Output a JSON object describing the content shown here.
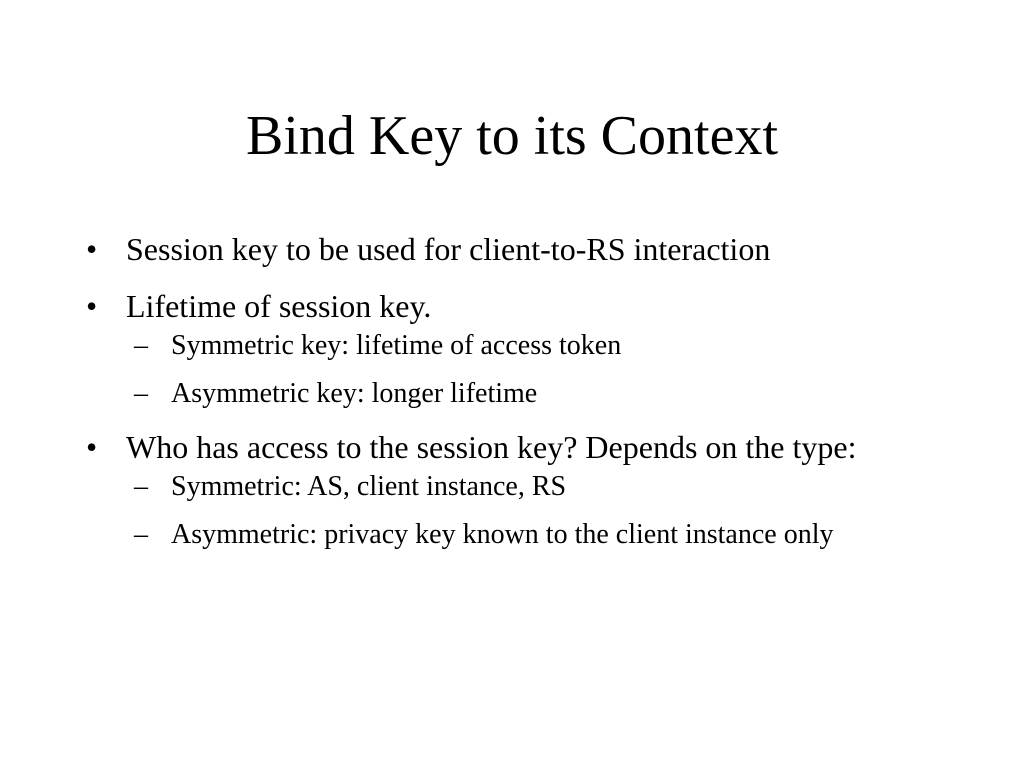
{
  "slide": {
    "title": "Bind Key to its Context",
    "bullets": [
      {
        "text": "Session key to be used for client-to-RS interaction",
        "sub": []
      },
      {
        "text": "Lifetime of session key.",
        "sub": [
          "Symmetric key: lifetime of access token",
          "Asymmetric key: longer lifetime"
        ]
      },
      {
        "text": "Who has access to the session key? Depends on the type:",
        "sub": [
          "Symmetric: AS, client instance, RS",
          "Asymmetric: privacy key known to the client instance only"
        ]
      }
    ],
    "bullet_marker": "•",
    "sub_marker": "–"
  }
}
